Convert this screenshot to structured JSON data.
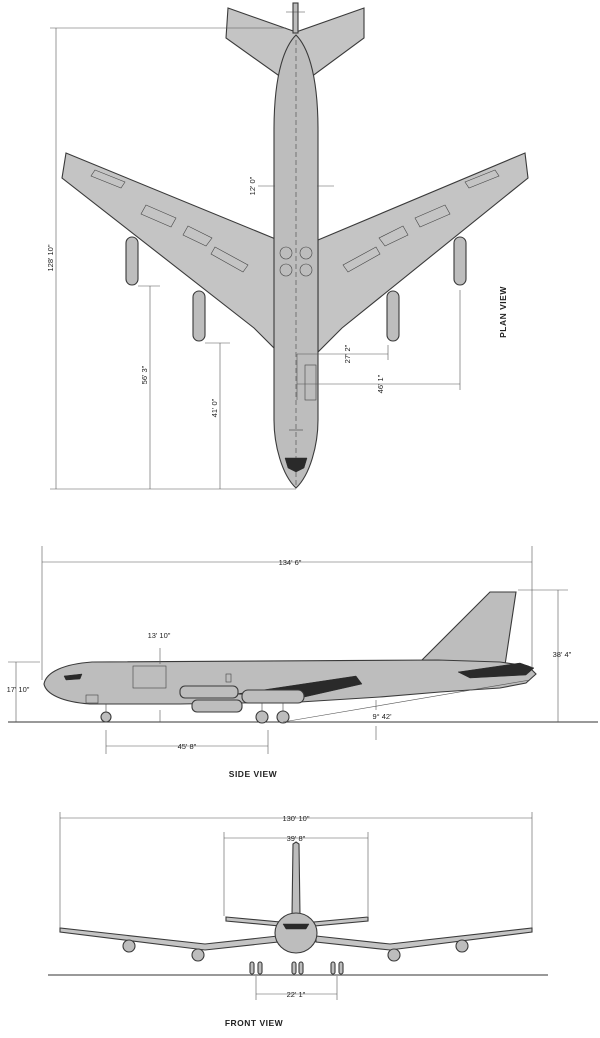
{
  "views": {
    "plan": {
      "title": "PLAN VIEW"
    },
    "side": {
      "title": "SIDE VIEW"
    },
    "front": {
      "title": "FRONT VIEW"
    }
  },
  "dimensions": {
    "plan_length": "128' 10\"",
    "plan_fuselage_width": "12' 0\"",
    "plan_wing_station": "56' 3\"",
    "plan_inner_station": "41' 0\"",
    "plan_inner_engine": "27' 2\"",
    "plan_outer_engine": "46' 1\"",
    "side_length": "134' 6\"",
    "side_height": "38' 4\"",
    "side_fuselage_height": "13' 10\"",
    "side_ground_height": "17' 10\"",
    "side_wheelbase": "45' 8\"",
    "side_angle": "9° 42'",
    "front_span": "130' 10\"",
    "front_tail_span": "39' 8\"",
    "front_track": "22' 1\""
  }
}
